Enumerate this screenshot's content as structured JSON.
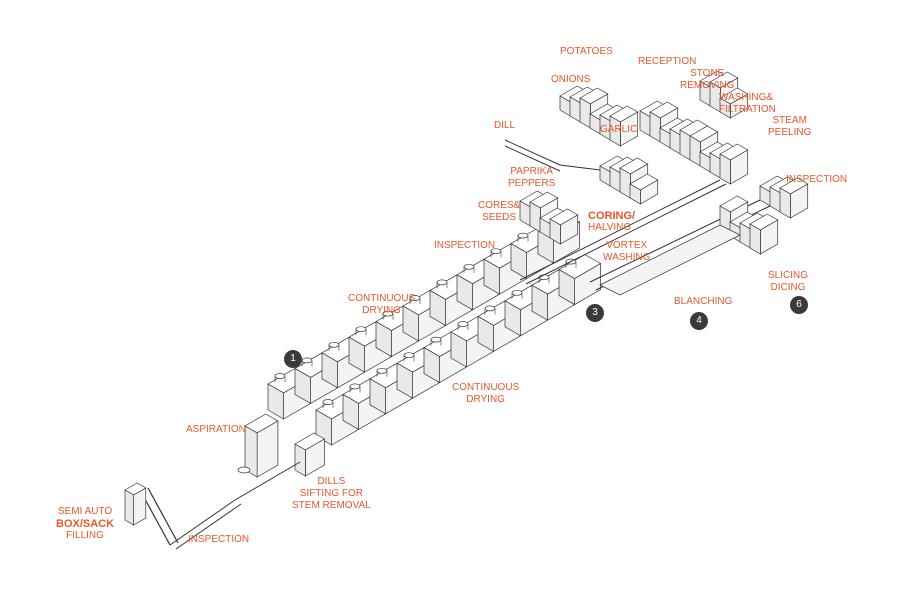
{
  "colors": {
    "label": "#e8562a",
    "line": "#333333",
    "badge": "#3a3a3a"
  },
  "labels": {
    "potatoes": "POTATOES",
    "reception": "RECEPTION",
    "onions": "ONIONS",
    "stone_removing": [
      "STONE",
      "REMOVING"
    ],
    "washing_filtration": [
      "WASHING&",
      "FILTRATION"
    ],
    "dill": "DILL",
    "garlic": "GARLIC",
    "steam_peeling": [
      "STEAM",
      "PEELING"
    ],
    "paprika_peppers": [
      "PAPRIKA",
      "PEPPERS"
    ],
    "inspection_right": "INSPECTION",
    "cores_seeds": [
      "CORES&",
      "SEEDS"
    ],
    "coring_halving": [
      "CORING/",
      "HALVING"
    ],
    "inspection_mid": "INSPECTION",
    "vortex_washing": [
      "VORTEX",
      "WASHING"
    ],
    "slicing_dicing": [
      "SLICING",
      "DICING"
    ],
    "blanching": "BLANCHING",
    "continuous_drying_top": [
      "CONTINUOUS",
      "DRYING"
    ],
    "continuous_drying_bottom": [
      "CONTINUOUS",
      "DRYING"
    ],
    "aspiration": "ASPIRATION",
    "dills_sifting": [
      "DILLS",
      "SIFTING FOR",
      "STEM REMOVAL"
    ],
    "semi_auto": [
      "SEMI AUTO",
      "BOX/SACK",
      "FILLING"
    ],
    "inspection_bottom": "INSPECTION"
  },
  "badges": {
    "b1": "1",
    "b3": "3",
    "b4": "4",
    "b6": "6"
  }
}
